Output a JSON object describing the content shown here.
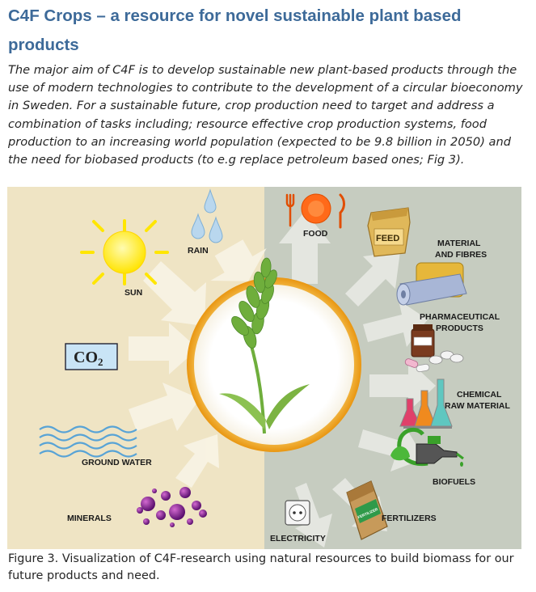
{
  "heading": {
    "title": "C4F Crops – a resource for novel sustainable plant based products"
  },
  "intro": {
    "text": "The major aim of C4F is to develop sustainable new plant-based products through the use of modern technologies to contribute to the development of a circular bioeconomy in Sweden. For a sustainable future, crop production need to target and address a combination of tasks including; resource effective crop production systems, food production to an increasing world population (expected to be 9.8 billion in 2050) and the need for biobased products (to e.g replace petroleum based ones; Fig 3)."
  },
  "figure": {
    "inputs": {
      "rain": "RAIN",
      "sun": "SUN",
      "co2": "CO",
      "co2_sub": "2",
      "ground_water": "GROUND WATER",
      "minerals": "MINERALS"
    },
    "outputs": {
      "food": "FOOD",
      "feed": "FEED",
      "material_1": "MATERIAL",
      "material_2": "AND FIBRES",
      "pharma_1": "PHARMACEUTICAL",
      "pharma_2": "PRODUCTS",
      "chemical_1": "CHEMICAL",
      "chemical_2": "RAW MATERIAL",
      "biofuels": "BIOFUELS",
      "fertilizers": "FERTILIZERS",
      "fertilizer_bag": "FERTILIZER",
      "electricity": "ELECTRICITY"
    },
    "colors": {
      "left_bg": "#efe4c4",
      "right_bg": "#c6ccc0",
      "ring": "#f2a51f",
      "wheat": "#6fae3c",
      "arrow": "#ffffff"
    }
  },
  "caption": {
    "text": "Figure 3. Visualization of C4F-research using natural resources to build biomass for our future products and need."
  }
}
